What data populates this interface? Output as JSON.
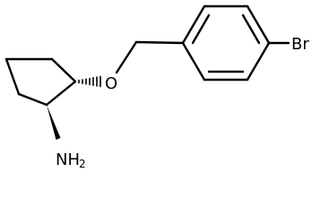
{
  "molecule": {
    "atoms": {
      "oxygen": "O",
      "bromine": "Br",
      "amine_main": "NH",
      "amine_subscript": "2"
    },
    "stereo_bonds": {
      "c1_to_oxygen": "hashed-wedge",
      "c2_to_nitrogen": "solid-wedge"
    }
  },
  "colors": {
    "ink": "#000000",
    "background": "#ffffff"
  }
}
